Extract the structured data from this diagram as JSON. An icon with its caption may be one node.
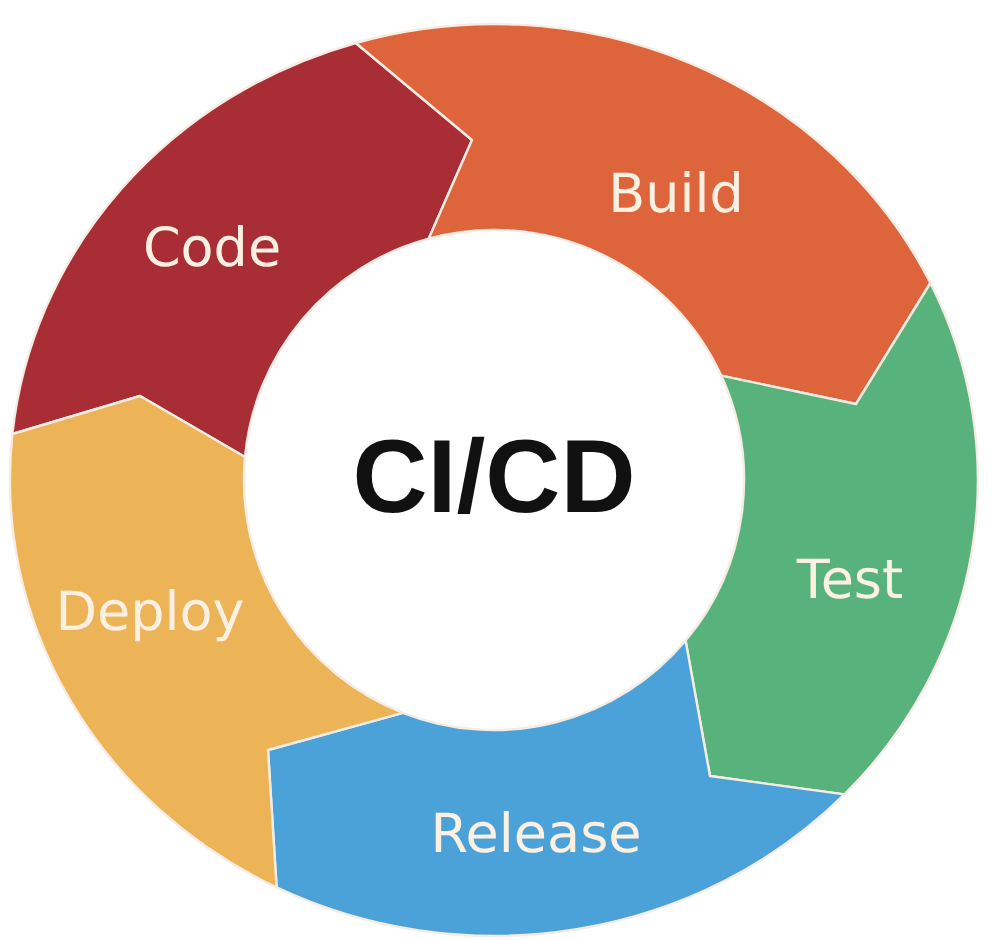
{
  "diagram": {
    "nodes": [
      {
        "text": [
          "Code"
        ]
      },
      {
        "text": [
          "Build"
        ]
      },
      {
        "text": [
          "Test"
        ]
      },
      {
        "text": [
          "Release"
        ]
      },
      {
        "text": [
          "Deploy"
        ]
      },
      {
        "text": [
          "CI/CD"
        ]
      }
    ]
  }
}
